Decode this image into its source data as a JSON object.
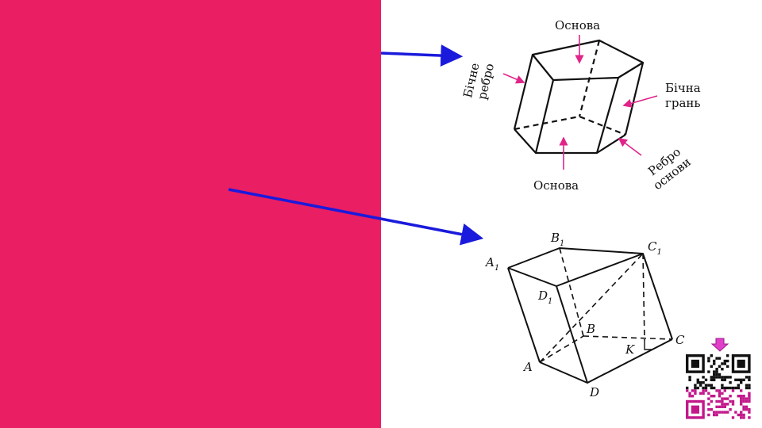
{
  "colors": {
    "panel": "#e91e63",
    "pointer_arrow": "#1a1adc",
    "callout_arrow": "#e0248a",
    "edge": "#111111",
    "qr_pink": "#c2188a"
  },
  "prism": {
    "base_top": "Основа",
    "base_bottom": "Основа",
    "lateral_edge": [
      "Бічне",
      "ребро"
    ],
    "lateral_face": [
      "Бічна",
      "грань"
    ],
    "base_edge": [
      "Ребро",
      "основи"
    ]
  },
  "parallelepiped": {
    "vertices": {
      "A1": {
        "letter": "A",
        "sub": "1"
      },
      "B1": {
        "letter": "B",
        "sub": "1"
      },
      "C1": {
        "letter": "C",
        "sub": "1"
      },
      "D1": {
        "letter": "D",
        "sub": "1"
      },
      "A": {
        "letter": "A",
        "sub": ""
      },
      "B": {
        "letter": "B",
        "sub": ""
      },
      "C": {
        "letter": "C",
        "sub": ""
      },
      "D": {
        "letter": "D",
        "sub": ""
      },
      "K": {
        "letter": "K",
        "sub": ""
      }
    }
  },
  "icons": {
    "qr": "qr-code-icon",
    "download": "download-arrow-icon"
  }
}
